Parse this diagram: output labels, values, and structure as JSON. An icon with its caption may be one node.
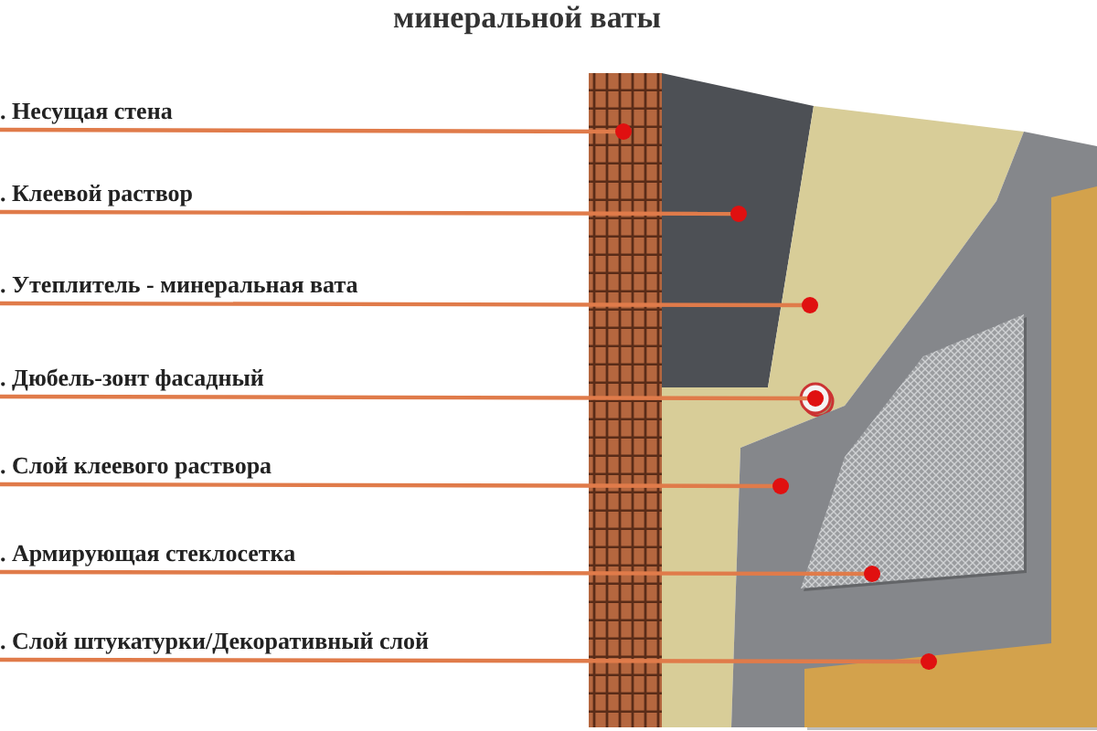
{
  "diagram": {
    "title": "минеральной ваты",
    "nodes": [
      {
        "text": [
          ". Несущая стена"
        ]
      },
      {
        "text": [
          ". Клеевой раствор"
        ]
      },
      {
        "text": [
          ". Утеплитель - минеральная вата"
        ]
      },
      {
        "text": [
          ". Дюбель-зонт фасадный"
        ]
      },
      {
        "text": [
          ". Слой клеевого раствора"
        ]
      },
      {
        "text": [
          ". Армирующая стеклосетка"
        ]
      },
      {
        "text": [
          ". Слой штукатурки/Декоративный слой"
        ]
      },
      {
        "text": [],
        "shape": "bar"
      },
      {
        "text": [],
        "shape": "picture"
      },
      {
        "text": [],
        "shape": "picture"
      },
      {
        "text": [],
        "shape": "circle",
        "in": 9
      },
      {
        "text": [],
        "shape": "picture"
      },
      {
        "text": [],
        "shape": "picture",
        "in": 11
      },
      {
        "text": [],
        "shape": "picture",
        "in": 11
      }
    ],
    "edges": [
      {
        "from": 0,
        "to": 7,
        "arrow": "other"
      },
      {
        "from": 1,
        "to": 8,
        "arrow": "other"
      },
      {
        "from": 2,
        "to": 9,
        "arrow": "other"
      },
      {
        "from": 3,
        "to": 10,
        "arrow": "other"
      },
      {
        "from": 4,
        "to": 11,
        "arrow": "other"
      },
      {
        "from": 5,
        "to": 12,
        "arrow": "other"
      },
      {
        "from": 6,
        "to": 13,
        "arrow": "other"
      }
    ]
  }
}
